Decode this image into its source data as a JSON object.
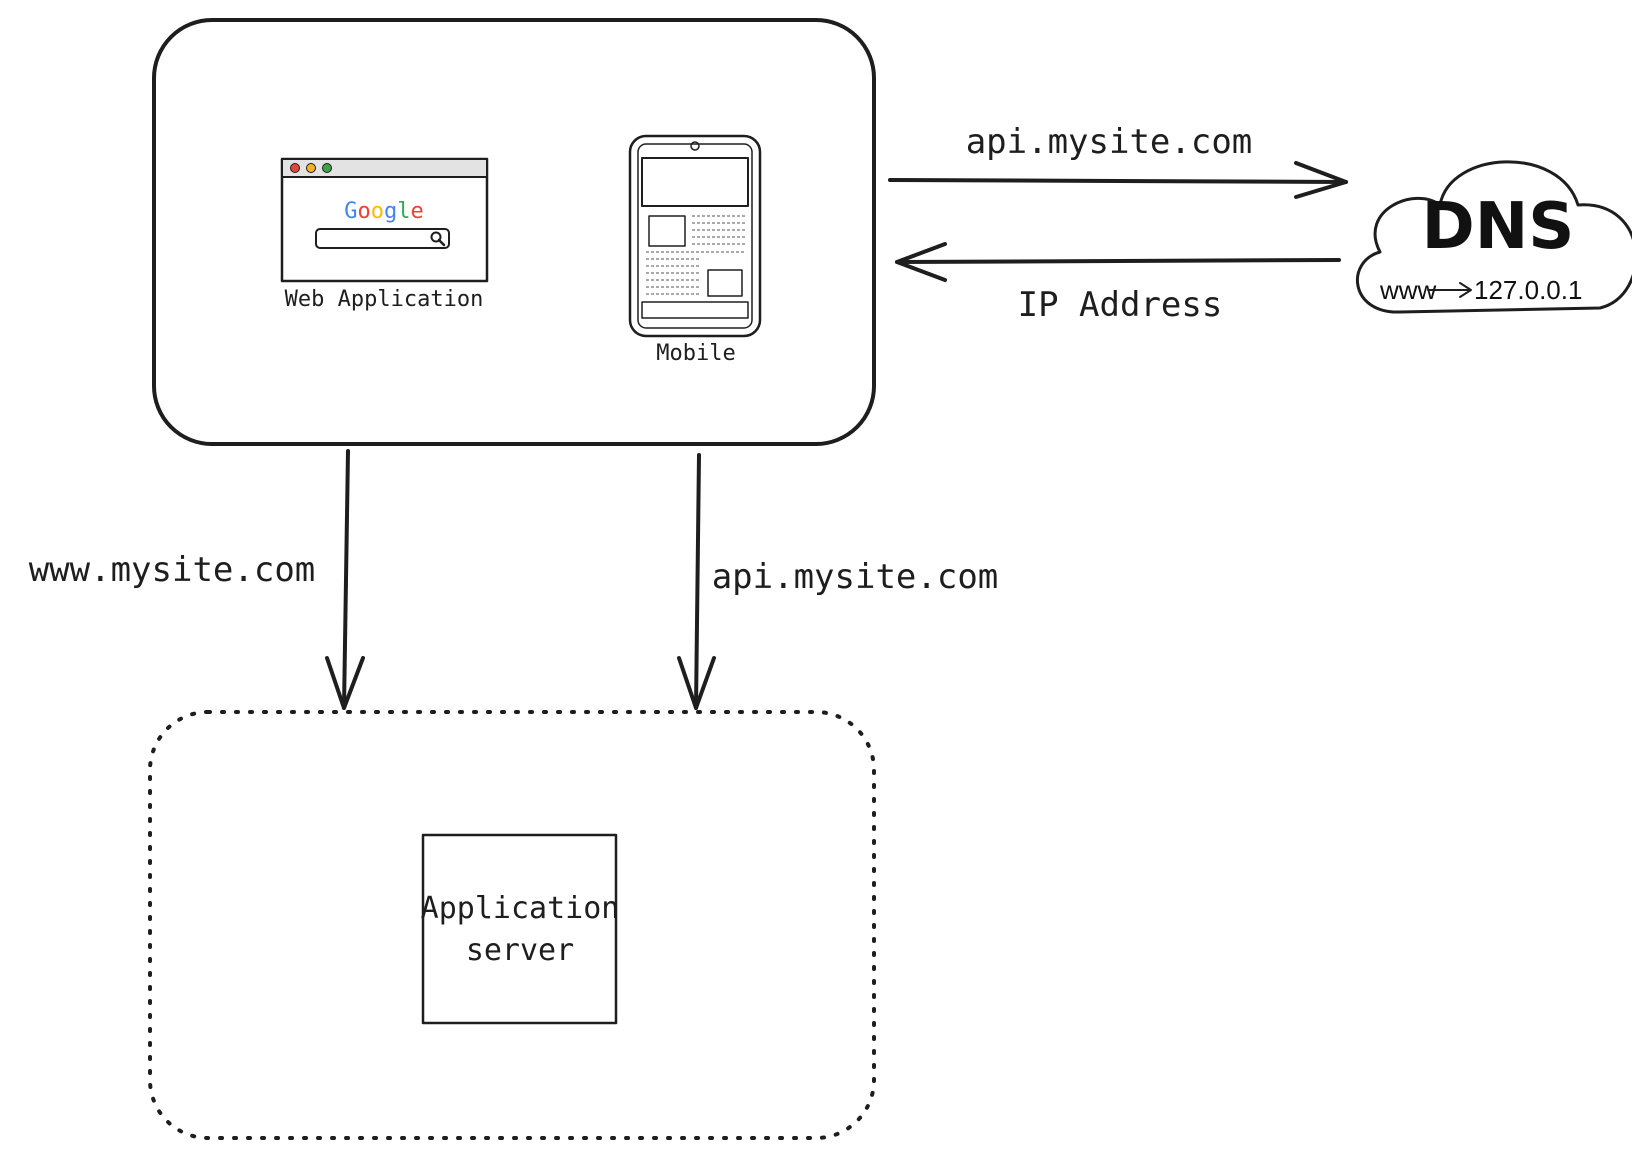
{
  "client": {
    "web_label": "Web Application",
    "mobile_label": "Mobile",
    "google_letters": [
      "G",
      "o",
      "o",
      "g",
      "l",
      "e"
    ]
  },
  "dns": {
    "title": "DNS",
    "mapping_from": "www",
    "mapping_to": "127.0.0.1"
  },
  "arrows": {
    "to_dns_label": "api.mysite.com",
    "from_dns_label": "IP Address",
    "web_down_label": "www.mysite.com",
    "mobile_down_label": "api.mysite.com"
  },
  "server": {
    "line1": "Application",
    "line2": "server"
  },
  "colors": {
    "cloud_fill": "#ced4da",
    "server_fill": "#ebebeb",
    "mobile_hatch": "#1ea5b8",
    "mobile_box": "#f5a623"
  }
}
